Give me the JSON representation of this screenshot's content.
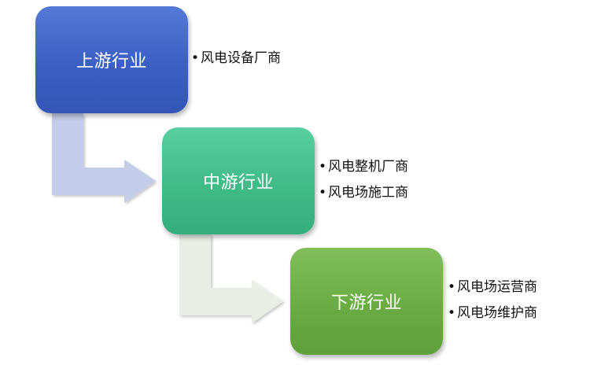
{
  "stages": [
    {
      "title": "上游行业",
      "color": "#3b5fc4",
      "items": [
        "风电设备厂商"
      ]
    },
    {
      "title": "中游行业",
      "color": "#3fbb88",
      "items": [
        "风电整机厂商",
        "风电场施工商"
      ]
    },
    {
      "title": "下游行业",
      "color": "#6aac43",
      "items": [
        "风电场运营商",
        "风电场维护商"
      ]
    }
  ],
  "arrow_colors": [
    "#c3cce8",
    "#e8eee6"
  ]
}
